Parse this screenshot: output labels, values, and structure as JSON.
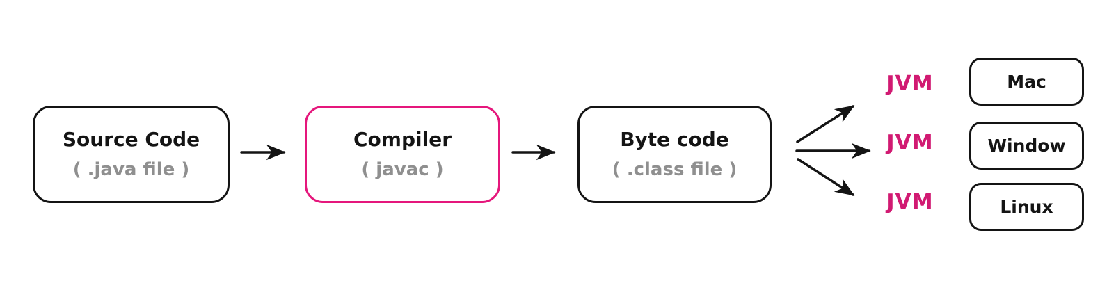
{
  "colors": {
    "background": "#ffffff",
    "node_border": "#141414",
    "accent": "#e5177c",
    "jvm_text": "#d11a72",
    "title_text": "#141414",
    "subtitle_text": "#8f8f8f",
    "arrow": "#141414"
  },
  "nodes": [
    {
      "title": "Source Code",
      "subtitle": "( .java file )"
    },
    {
      "title": "Compiler",
      "subtitle": "( javac )"
    },
    {
      "title": "Byte code",
      "subtitle": "( .class file )"
    }
  ],
  "jvm_labels": [
    "JVM",
    "JVM",
    "JVM"
  ],
  "platforms": [
    {
      "label": "Mac"
    },
    {
      "label": "Window"
    },
    {
      "label": "Linux"
    }
  ]
}
